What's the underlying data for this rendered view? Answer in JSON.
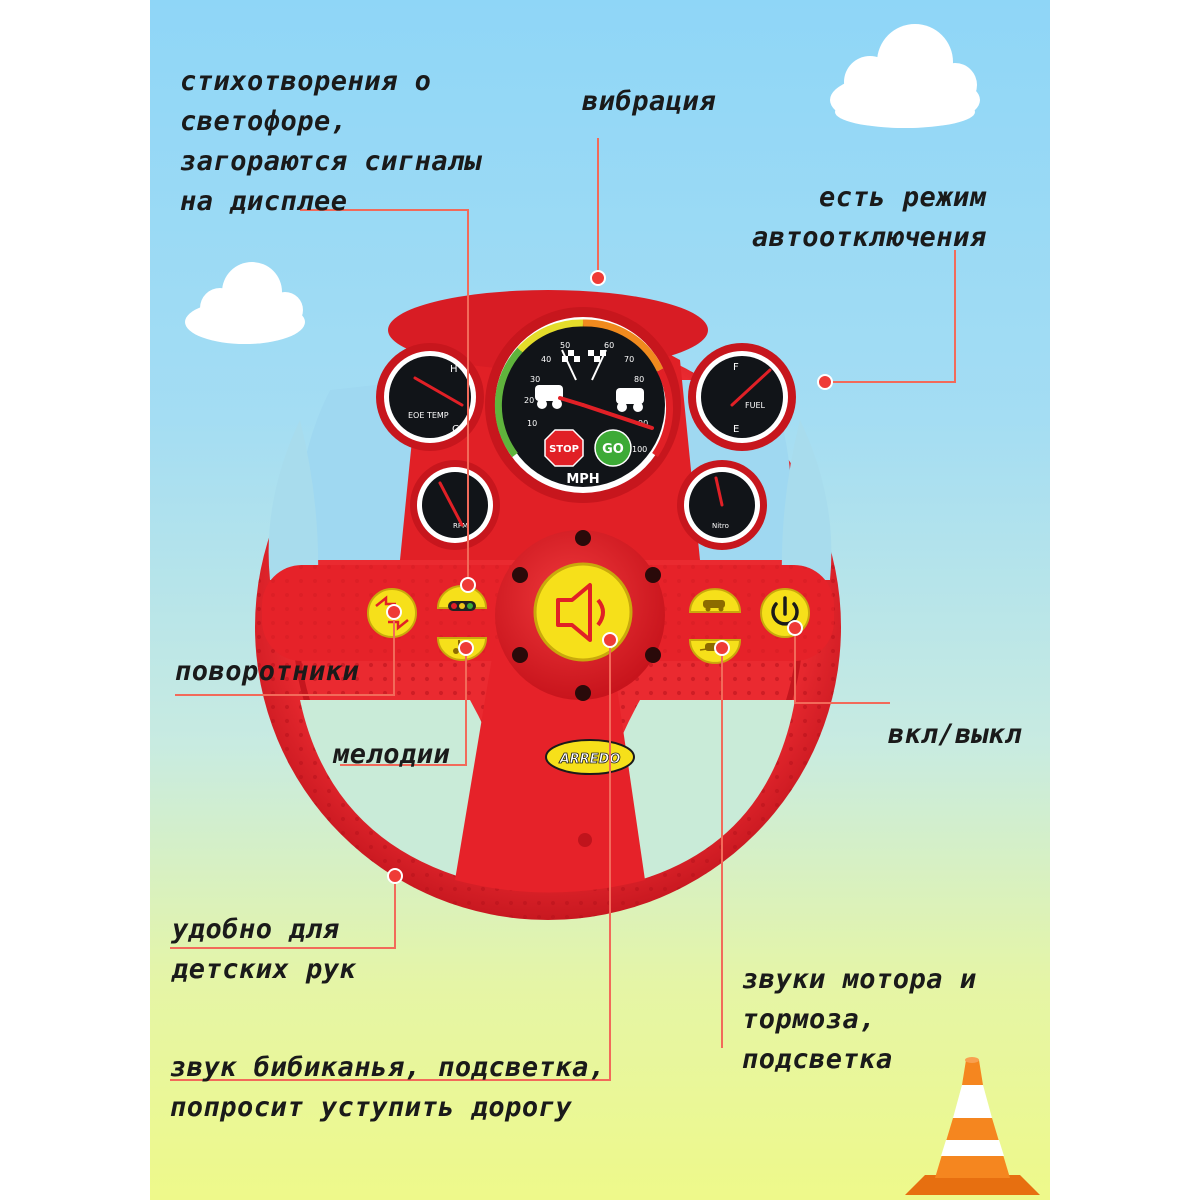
{
  "captions": {
    "poem": "стихотворения о\nсветофоре,\nзагораются сигналы\nна дисплее",
    "vibration": "вибрация",
    "auto_off": "есть режим\nавтоотключения",
    "turn_signals": "поворотники",
    "melodies": "мелодии",
    "power": "вкл/выкл",
    "grip": "удобно для\nдетских рук",
    "engine": "звуки мотора и\nтормоза,\nподсветка",
    "horn": "звук бибиканья, подсветка,\nпопросит уступить дорогу"
  },
  "wheel": {
    "brand": "ARREDO",
    "main_gauge": {
      "unit": "MPH",
      "stop": "STOP",
      "go": "GO",
      "ticks": [
        "10",
        "20",
        "30",
        "40",
        "50",
        "60",
        "70",
        "80",
        "90",
        "100"
      ]
    },
    "temp_gauge": {
      "hot": "H",
      "cold": "C",
      "label": "EOE TEMP"
    },
    "fuel_gauge": {
      "full": "F",
      "empty": "E",
      "label": "FUEL"
    },
    "small_left_label": "RPM",
    "small_right_label": "Nitro"
  },
  "colors": {
    "wheel_red": "#e5202a",
    "button_yellow": "#f6e01a",
    "marker_red": "#ef3b36",
    "cone_orange": "#f5861f"
  }
}
